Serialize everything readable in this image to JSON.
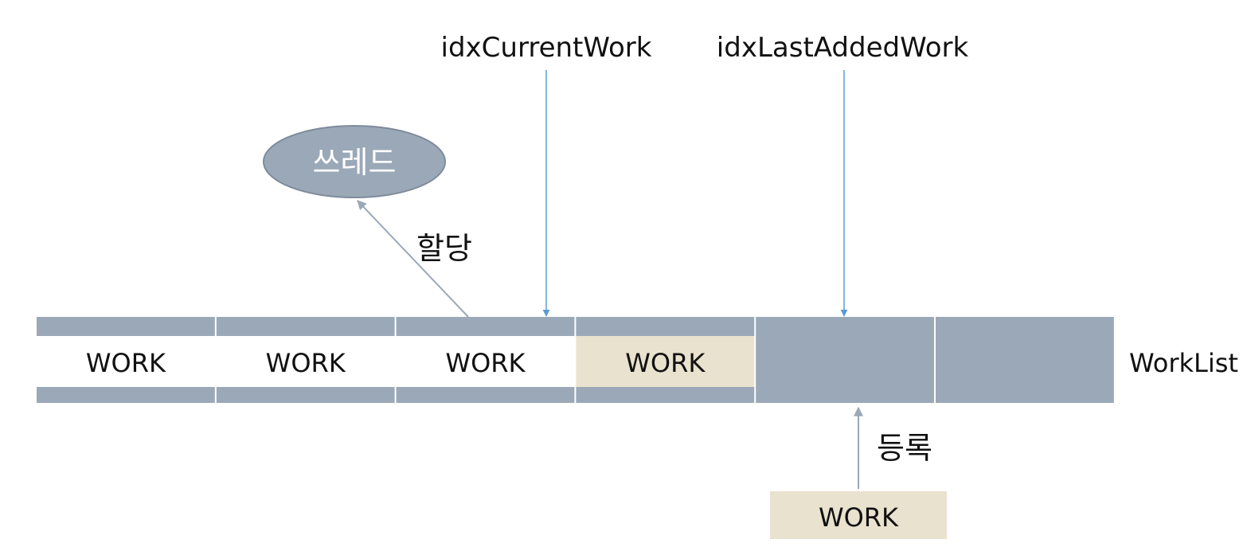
{
  "labels": {
    "current_pointer": "idxCurrentWork",
    "last_added_pointer": "idxLastAddedWork",
    "thread": "쓰레드",
    "assign": "할당",
    "register": "등록",
    "list_name": "WorkList"
  },
  "work_list": {
    "cells": [
      {
        "label": "WORK",
        "state": "done"
      },
      {
        "label": "WORK",
        "state": "done"
      },
      {
        "label": "WORK",
        "state": "current"
      },
      {
        "label": "WORK",
        "state": "queued"
      },
      {
        "label": "",
        "state": "empty"
      },
      {
        "label": "",
        "state": "empty"
      }
    ]
  },
  "new_work": {
    "label": "WORK"
  },
  "colors": {
    "slate": "#9BA8B8",
    "beige": "#E9E2CE",
    "arrow_blue": "#5B9BD5",
    "arrow_gray": "#9BA8B8",
    "text": "#111111"
  }
}
